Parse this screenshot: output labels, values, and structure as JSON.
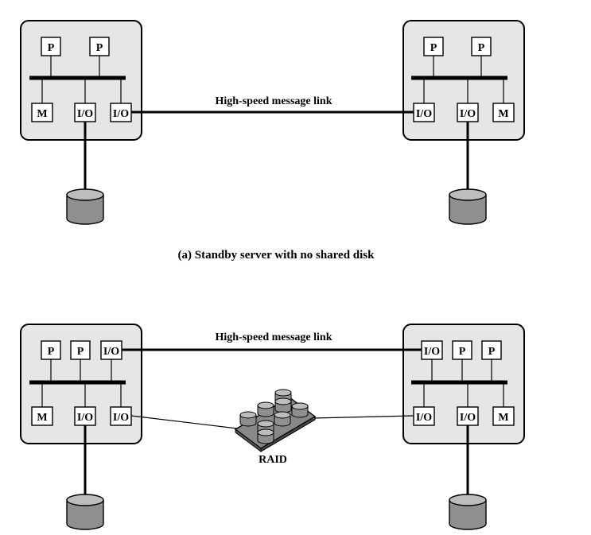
{
  "labels": {
    "p": "P",
    "m": "M",
    "io": "I/O"
  },
  "diagram_a": {
    "link_label": "High-speed message link",
    "caption": "(a) Standby server with no shared disk"
  },
  "diagram_b": {
    "link_label": "High-speed message link",
    "raid_label": "RAID"
  }
}
